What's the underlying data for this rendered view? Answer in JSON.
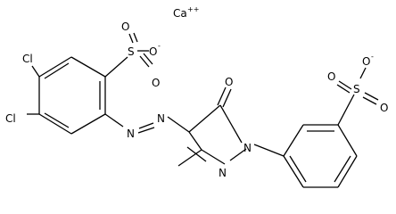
{
  "structure": {
    "counter_ion": {
      "symbol": "Ca",
      "charge": "++"
    },
    "atoms": {
      "cl_upper": "Cl",
      "cl_lower": "Cl",
      "sulfonate_left": {
        "s": "S",
        "o_double_1": "O",
        "o_double_2": "O",
        "o_minus": "O",
        "charge": "-"
      },
      "azo": {
        "n1": "N",
        "n2": "N"
      },
      "carbonyl_o": "O",
      "pyrazole": {
        "n1": "N",
        "n2": "N"
      },
      "sulfonate_right": {
        "s": "S",
        "o_double_1": "O",
        "o_double_2": "O",
        "o_minus": "O",
        "charge": "-"
      }
    }
  }
}
